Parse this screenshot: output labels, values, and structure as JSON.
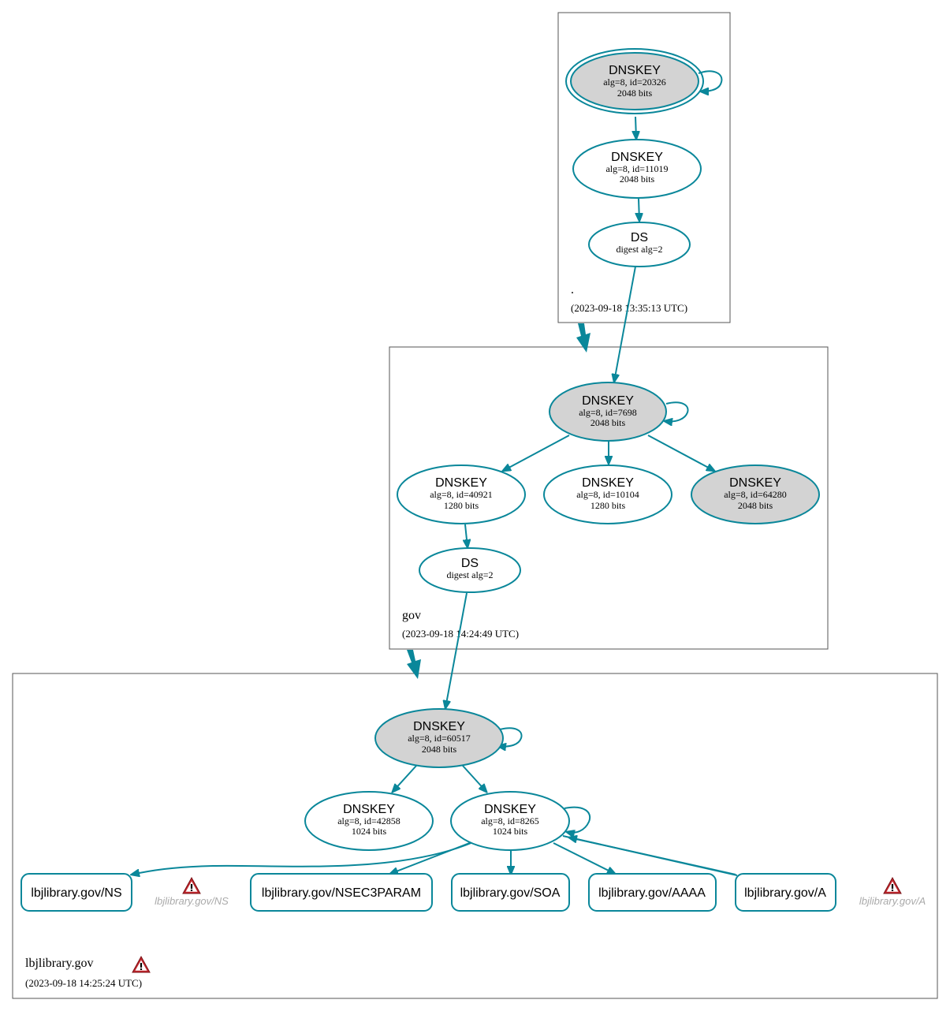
{
  "zones": [
    {
      "id": "root",
      "name": ".",
      "timestamp": "(2023-09-18 13:35:13 UTC)"
    },
    {
      "id": "gov",
      "name": "gov",
      "timestamp": "(2023-09-18 14:24:49 UTC)"
    },
    {
      "id": "lbj",
      "name": "lbjlibrary.gov",
      "timestamp": "(2023-09-18 14:25:24 UTC)"
    }
  ],
  "nodes": {
    "root_ksk": {
      "type": "DNSKEY",
      "line1": "alg=8, id=20326",
      "line2": "2048 bits",
      "filled": true,
      "trust_anchor": true
    },
    "root_zsk": {
      "type": "DNSKEY",
      "line1": "alg=8, id=11019",
      "line2": "2048 bits",
      "filled": false
    },
    "root_ds": {
      "type": "DS",
      "line1": "digest alg=2"
    },
    "gov_ksk": {
      "type": "DNSKEY",
      "line1": "alg=8, id=7698",
      "line2": "2048 bits",
      "filled": true
    },
    "gov_zsk1": {
      "type": "DNSKEY",
      "line1": "alg=8, id=40921",
      "line2": "1280 bits",
      "filled": false
    },
    "gov_zsk2": {
      "type": "DNSKEY",
      "line1": "alg=8, id=10104",
      "line2": "1280 bits",
      "filled": false
    },
    "gov_key3": {
      "type": "DNSKEY",
      "line1": "alg=8, id=64280",
      "line2": "2048 bits",
      "filled": true
    },
    "gov_ds": {
      "type": "DS",
      "line1": "digest alg=2"
    },
    "lbj_ksk": {
      "type": "DNSKEY",
      "line1": "alg=8, id=60517",
      "line2": "2048 bits",
      "filled": true
    },
    "lbj_zsk1": {
      "type": "DNSKEY",
      "line1": "alg=8, id=42858",
      "line2": "1024 bits",
      "filled": false
    },
    "lbj_zsk2": {
      "type": "DNSKEY",
      "line1": "alg=8, id=8265",
      "line2": "1024 bits",
      "filled": false
    }
  },
  "rrsets": {
    "ns": "lbjlibrary.gov/NS",
    "nsec3param": "lbjlibrary.gov/NSEC3PARAM",
    "soa": "lbjlibrary.gov/SOA",
    "aaaa": "lbjlibrary.gov/AAAA",
    "a": "lbjlibrary.gov/A"
  },
  "warnings": {
    "ns": "lbjlibrary.gov/NS",
    "a": "lbjlibrary.gov/A"
  },
  "colors": {
    "edge": "#0a879a",
    "filled_node": "#d3d3d3",
    "warning": "#c1272d"
  }
}
